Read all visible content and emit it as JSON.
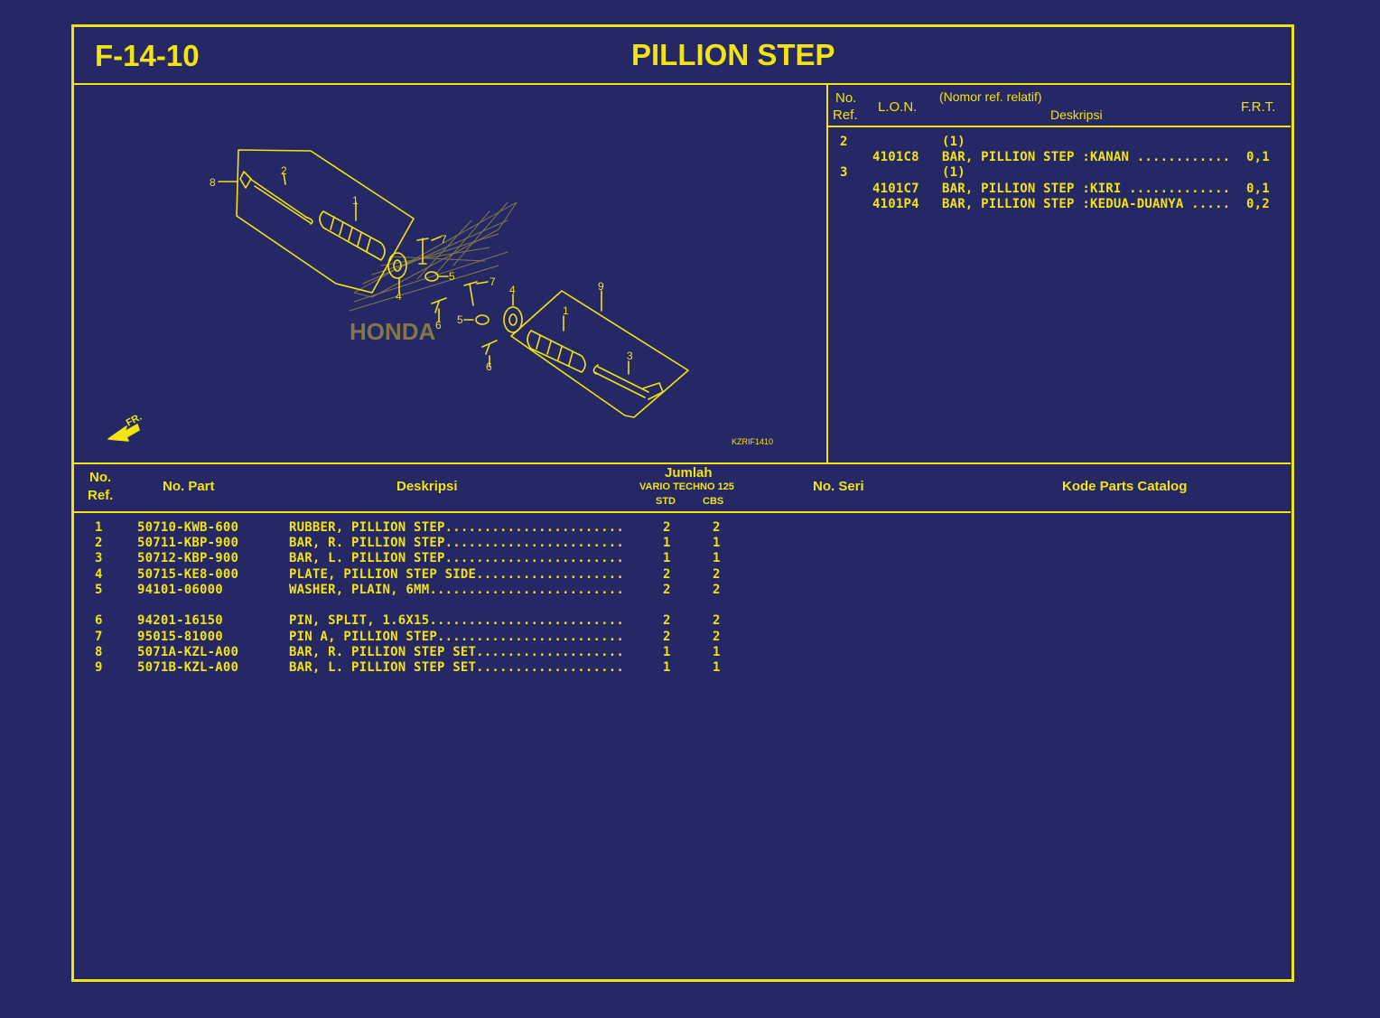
{
  "header": {
    "code": "F-14-10",
    "title": "PILLION STEP"
  },
  "diagram": {
    "callouts": [
      "8",
      "2",
      "1",
      "7",
      "4",
      "5",
      "6",
      "7",
      "4",
      "5",
      "6",
      "9",
      "1",
      "3"
    ],
    "fr_label": "FR.",
    "image_code": "KZRIF1410",
    "watermark": "HONDA"
  },
  "lon_table": {
    "headers": {
      "ref_no": "No.",
      "ref_ref": "Ref.",
      "lon": "L.O.N.",
      "nomor": "(Nomor ref. relatif)",
      "desc": "Deskripsi",
      "frt": "F.R.T."
    },
    "rows": [
      {
        "ref": "2",
        "lon": "",
        "desc": "(1)",
        "frt": ""
      },
      {
        "ref": "",
        "lon": "4101C8",
        "desc": "BAR, PILLION STEP :KANAN ............",
        "frt": "0,1"
      },
      {
        "ref": "3",
        "lon": "",
        "desc": "(1)",
        "frt": ""
      },
      {
        "ref": "",
        "lon": "4101C7",
        "desc": "BAR, PILLION STEP :KIRI .............",
        "frt": "0,1"
      },
      {
        "ref": "",
        "lon": "4101P4",
        "desc": "BAR, PILLION STEP :KEDUA-DUANYA .....",
        "frt": "0,2"
      }
    ]
  },
  "parts_table": {
    "headers": {
      "ref_no": "No.",
      "ref_ref": "Ref.",
      "part": "No. Part",
      "desc": "Deskripsi",
      "jumlah": "Jumlah",
      "model": "VARIO TECHNO 125",
      "std": "STD",
      "cbs": "CBS",
      "seri": "No. Seri",
      "kode": "Kode Parts Catalog"
    },
    "rows": [
      {
        "ref": "1",
        "part": "50710-KWB-600",
        "desc": "RUBBER, PILLION STEP.......................",
        "std": "2",
        "cbs": "2"
      },
      {
        "ref": "2",
        "part": "50711-KBP-900",
        "desc": "BAR, R. PILLION STEP.......................",
        "std": "1",
        "cbs": "1"
      },
      {
        "ref": "3",
        "part": "50712-KBP-900",
        "desc": "BAR, L. PILLION STEP.......................",
        "std": "1",
        "cbs": "1"
      },
      {
        "ref": "4",
        "part": "50715-KE8-000",
        "desc": "PLATE, PILLION STEP SIDE...................",
        "std": "2",
        "cbs": "2"
      },
      {
        "ref": "5",
        "part": "94101-06000",
        "desc": "WASHER, PLAIN, 6MM.........................",
        "std": "2",
        "cbs": "2"
      },
      {
        "ref": "6",
        "part": "94201-16150",
        "desc": "PIN, SPLIT, 1.6X15.........................",
        "std": "2",
        "cbs": "2"
      },
      {
        "ref": "7",
        "part": "95015-81000",
        "desc": "PIN A, PILLION STEP........................",
        "std": "2",
        "cbs": "2"
      },
      {
        "ref": "8",
        "part": "5071A-KZL-A00",
        "desc": "BAR, R. PILLION STEP SET...................",
        "std": "1",
        "cbs": "1"
      },
      {
        "ref": "9",
        "part": "5071B-KZL-A00",
        "desc": "BAR, L. PILLION STEP SET...................",
        "std": "1",
        "cbs": "1"
      }
    ]
  },
  "colors": {
    "background": "#262866",
    "ink": "#f2e40f"
  }
}
